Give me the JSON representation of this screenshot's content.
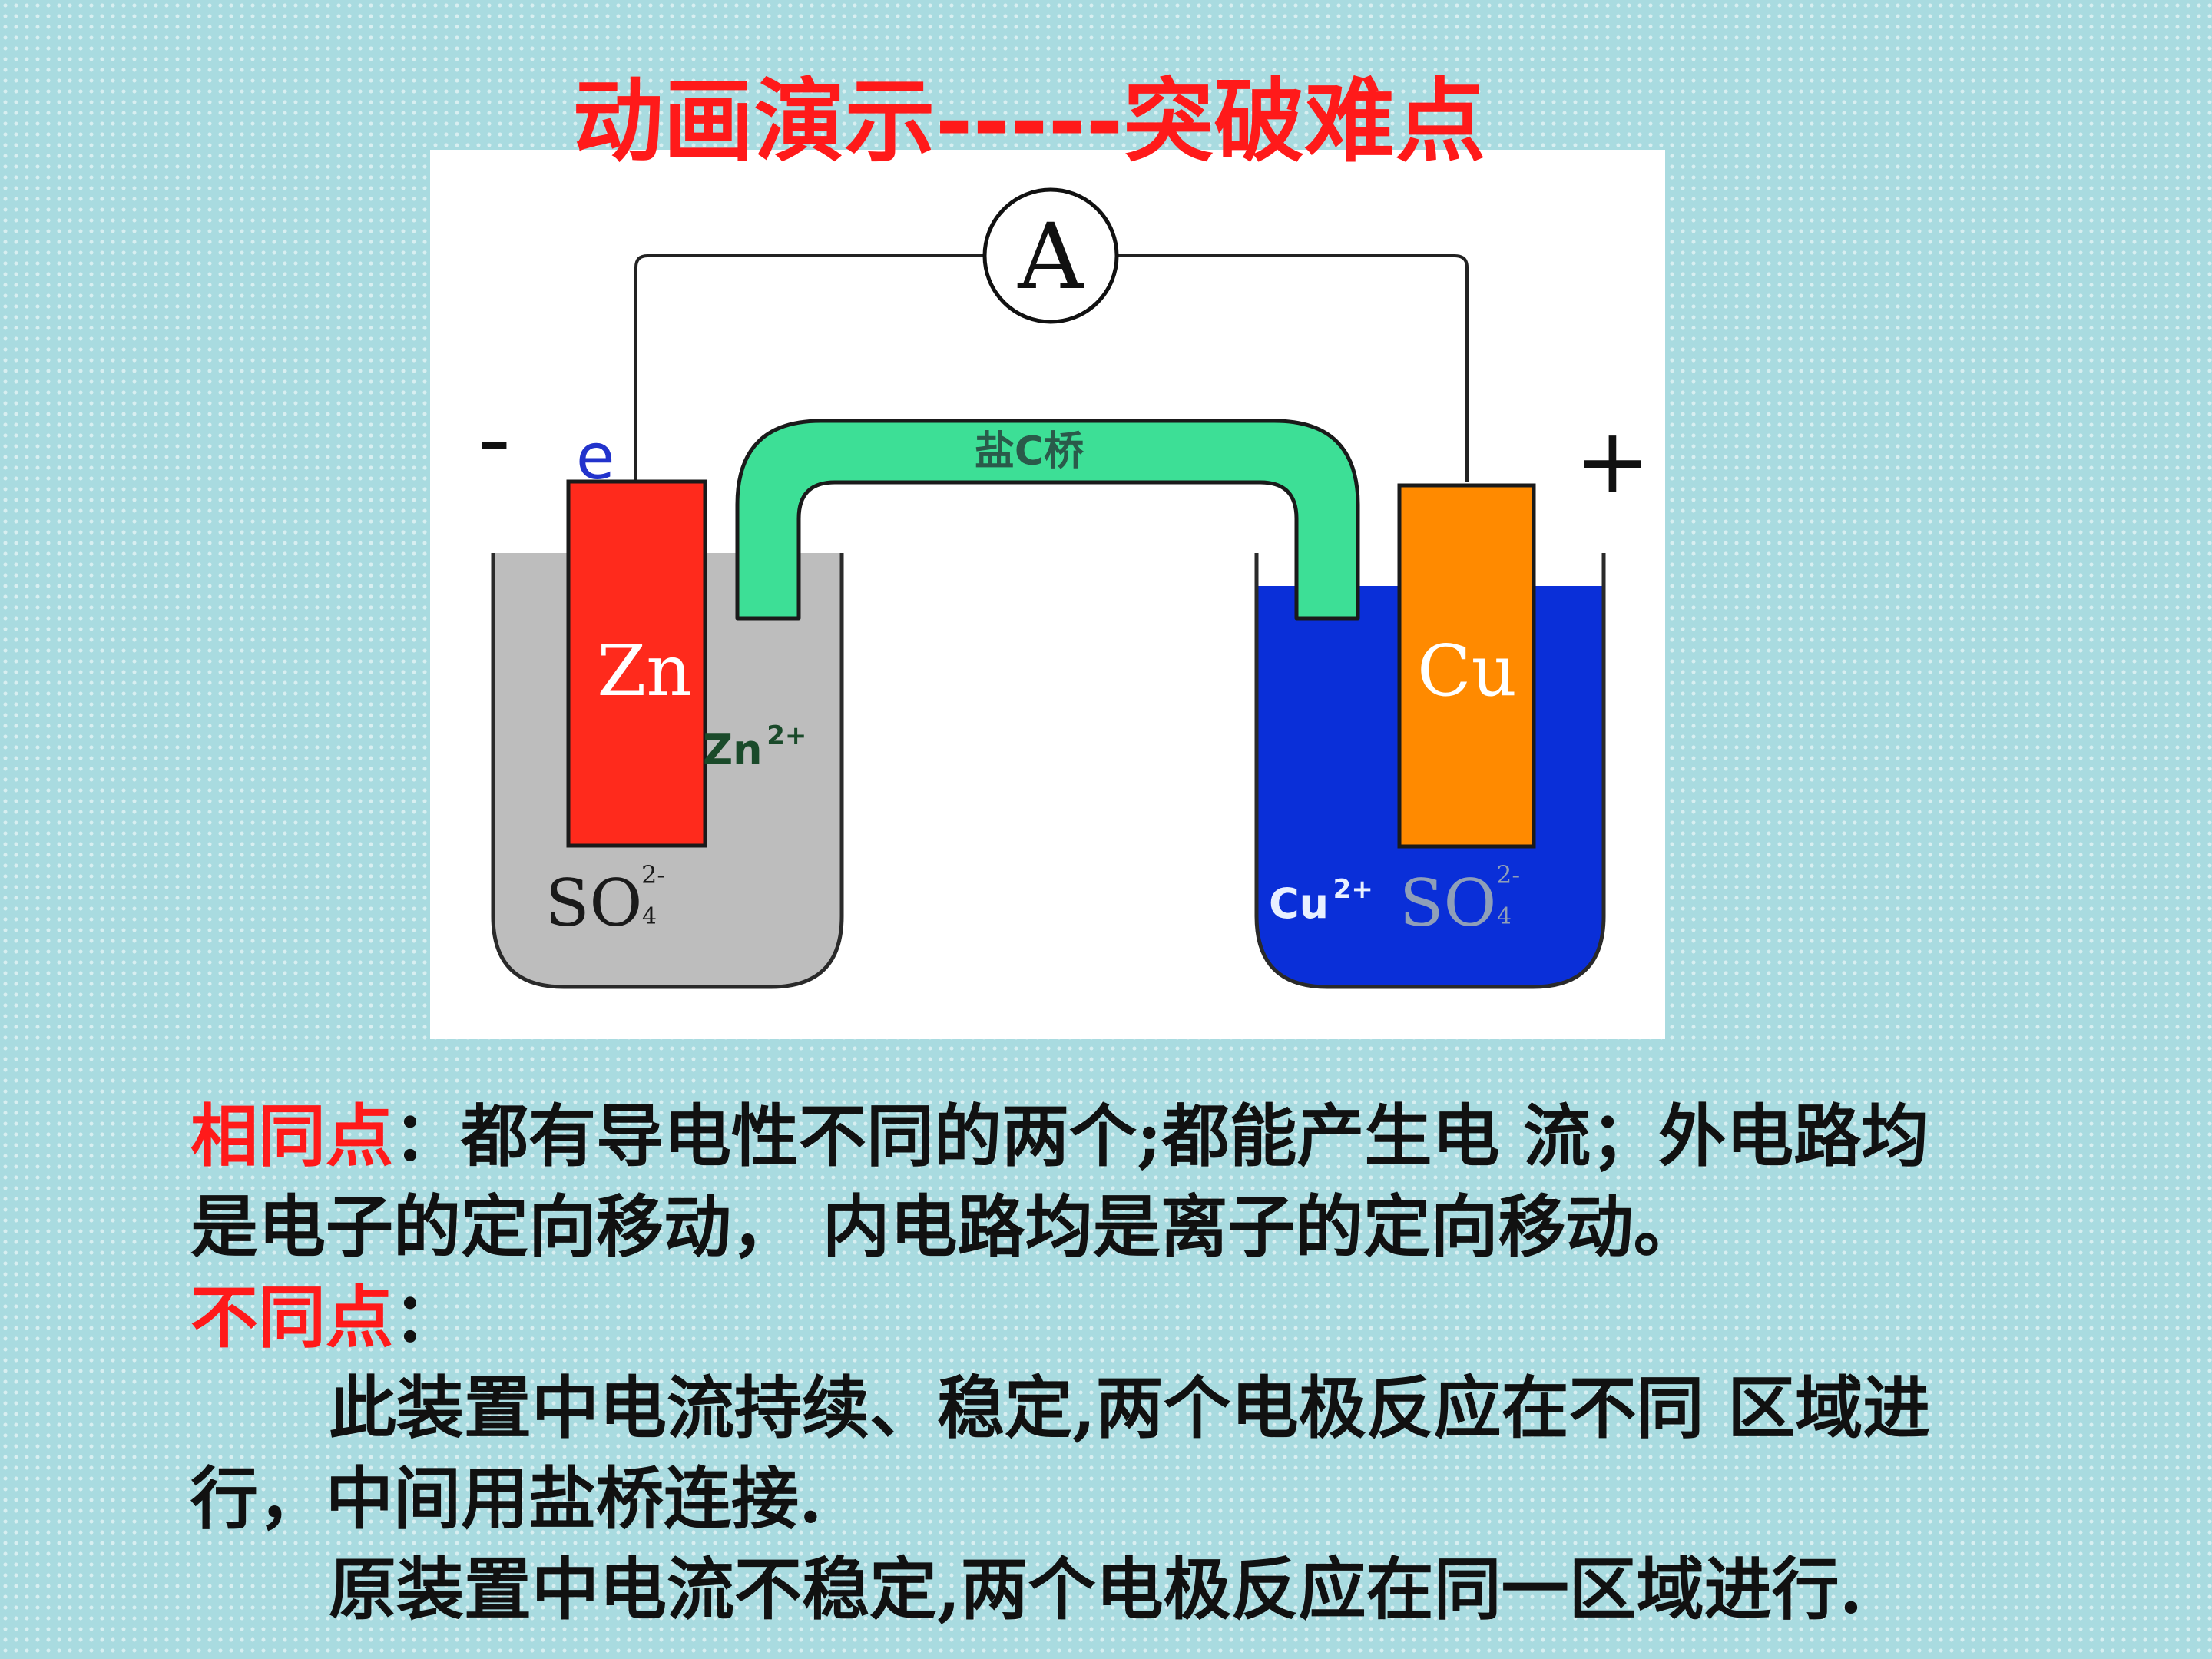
{
  "title": "动画演示-----突破难点",
  "diagram": {
    "ammeter_label": "A",
    "negative_sign": "-",
    "positive_sign": "+",
    "electron_label": "e",
    "salt_bridge_label": "盐C桥",
    "zn_electrode_label": "Zn",
    "zn_ion_base": "Zn",
    "zn_ion_charge": "2+",
    "left_sulfate_base": "SO",
    "left_sulfate_sub": "4",
    "left_sulfate_charge": "2-",
    "cu_electrode_label": "Cu",
    "cu_ion_base": "Cu",
    "cu_ion_charge": "2+",
    "right_sulfate_base": "SO",
    "right_sulfate_sub": "4",
    "right_sulfate_charge": "2-",
    "colors": {
      "zinc": "#ff2a1c",
      "copper": "#ff8a00",
      "salt_bridge": "#3ddf96",
      "znso4_solution": "#bdbdbd",
      "cuso4_solution": "#0a2fd8",
      "title_red": "#ff1a1a"
    }
  },
  "text": {
    "same_label": "相同点",
    "same_line1_rest": "：都有导电性不同的两个;都能产生电 流；外电路均",
    "same_line2": "是电子的定向移动， 内电路均是离子的定向移动。",
    "diff_label": "不同点",
    "diff_colon": "：",
    "diff_line1": "此装置中电流持续、稳定,两个电极反应在不同 区域进",
    "diff_line2": "行，中间用盐桥连接.",
    "diff_line3": "原装置中电流不稳定,两个电极反应在同一区域进行."
  }
}
